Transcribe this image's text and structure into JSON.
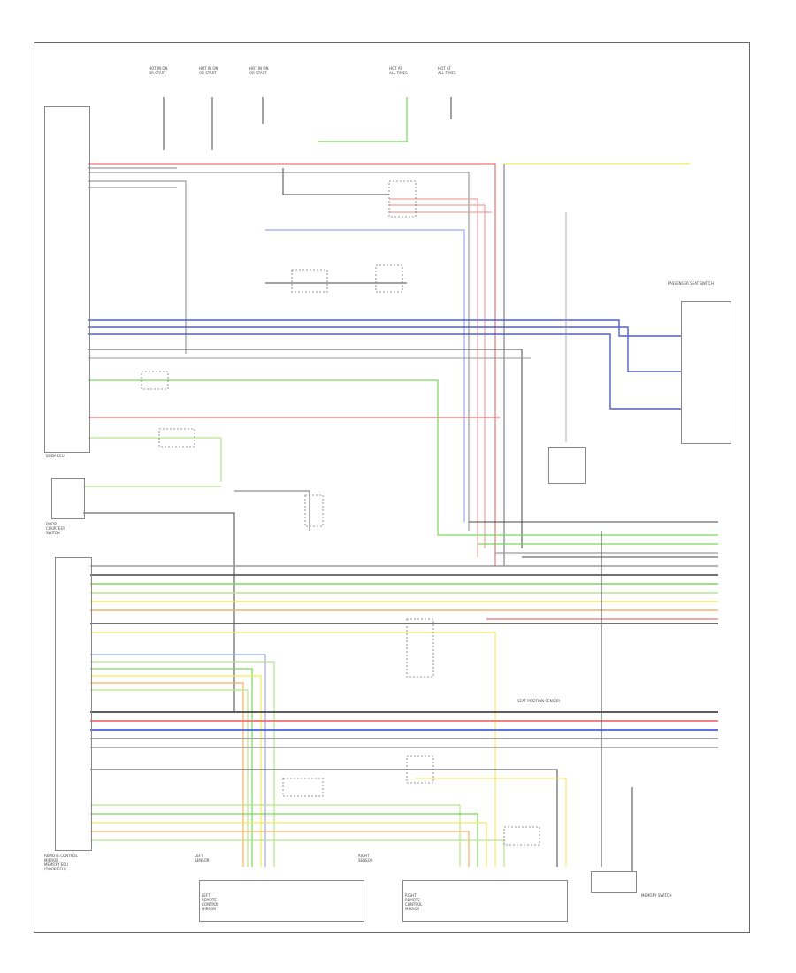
{
  "diagram": {
    "figure_id": "",
    "modules": {
      "body_ecu": {
        "label": "BODY ECU"
      },
      "main_ecu": {
        "label": "REMOTE CONTROL\nMIRROR\nMEMORY ECU\n(DOOR ECU)"
      },
      "door_switch": {
        "label": "DOOR\nCOURTESY\nSWITCH"
      },
      "pass_seat_switch": {
        "label": "PASSENGER SEAT SWITCH"
      },
      "seat_position_sensor": {
        "label": "SEAT POSITION SENSOR"
      },
      "left_mirror": {
        "label": "LEFT\nREMOTE\nCONTROL\nMIRROR"
      },
      "right_mirror": {
        "label": "RIGHT\nREMOTE\nCONTROL\nMIRROR"
      },
      "right_sensor": {
        "label": "RIGHT\nSENSOR"
      },
      "left_sensor": {
        "label": "LEFT\nSENSOR"
      },
      "memory_switch": {
        "label": "MEMORY SWITCH"
      }
    },
    "fuse_labels": [
      {
        "text": "HOT IN ON\nOR START"
      },
      {
        "text": "HOT IN ON\nOR START"
      },
      {
        "text": "HOT IN ON\nOR START"
      },
      {
        "text": "HOT AT\nALL TIMES"
      },
      {
        "text": "HOT AT\nALL TIMES"
      }
    ],
    "wire_colors": {
      "green": "#7bd65a",
      "light_green": "#b8e68a",
      "red": "#f07070",
      "blue": "#4a5fe0",
      "light_blue": "#9aa6ee",
      "yellow": "#f2ea5a",
      "orange": "#f5b060",
      "gray": "#9a9a9a",
      "dark": "#444444",
      "pink": "#f2a0a0"
    }
  }
}
